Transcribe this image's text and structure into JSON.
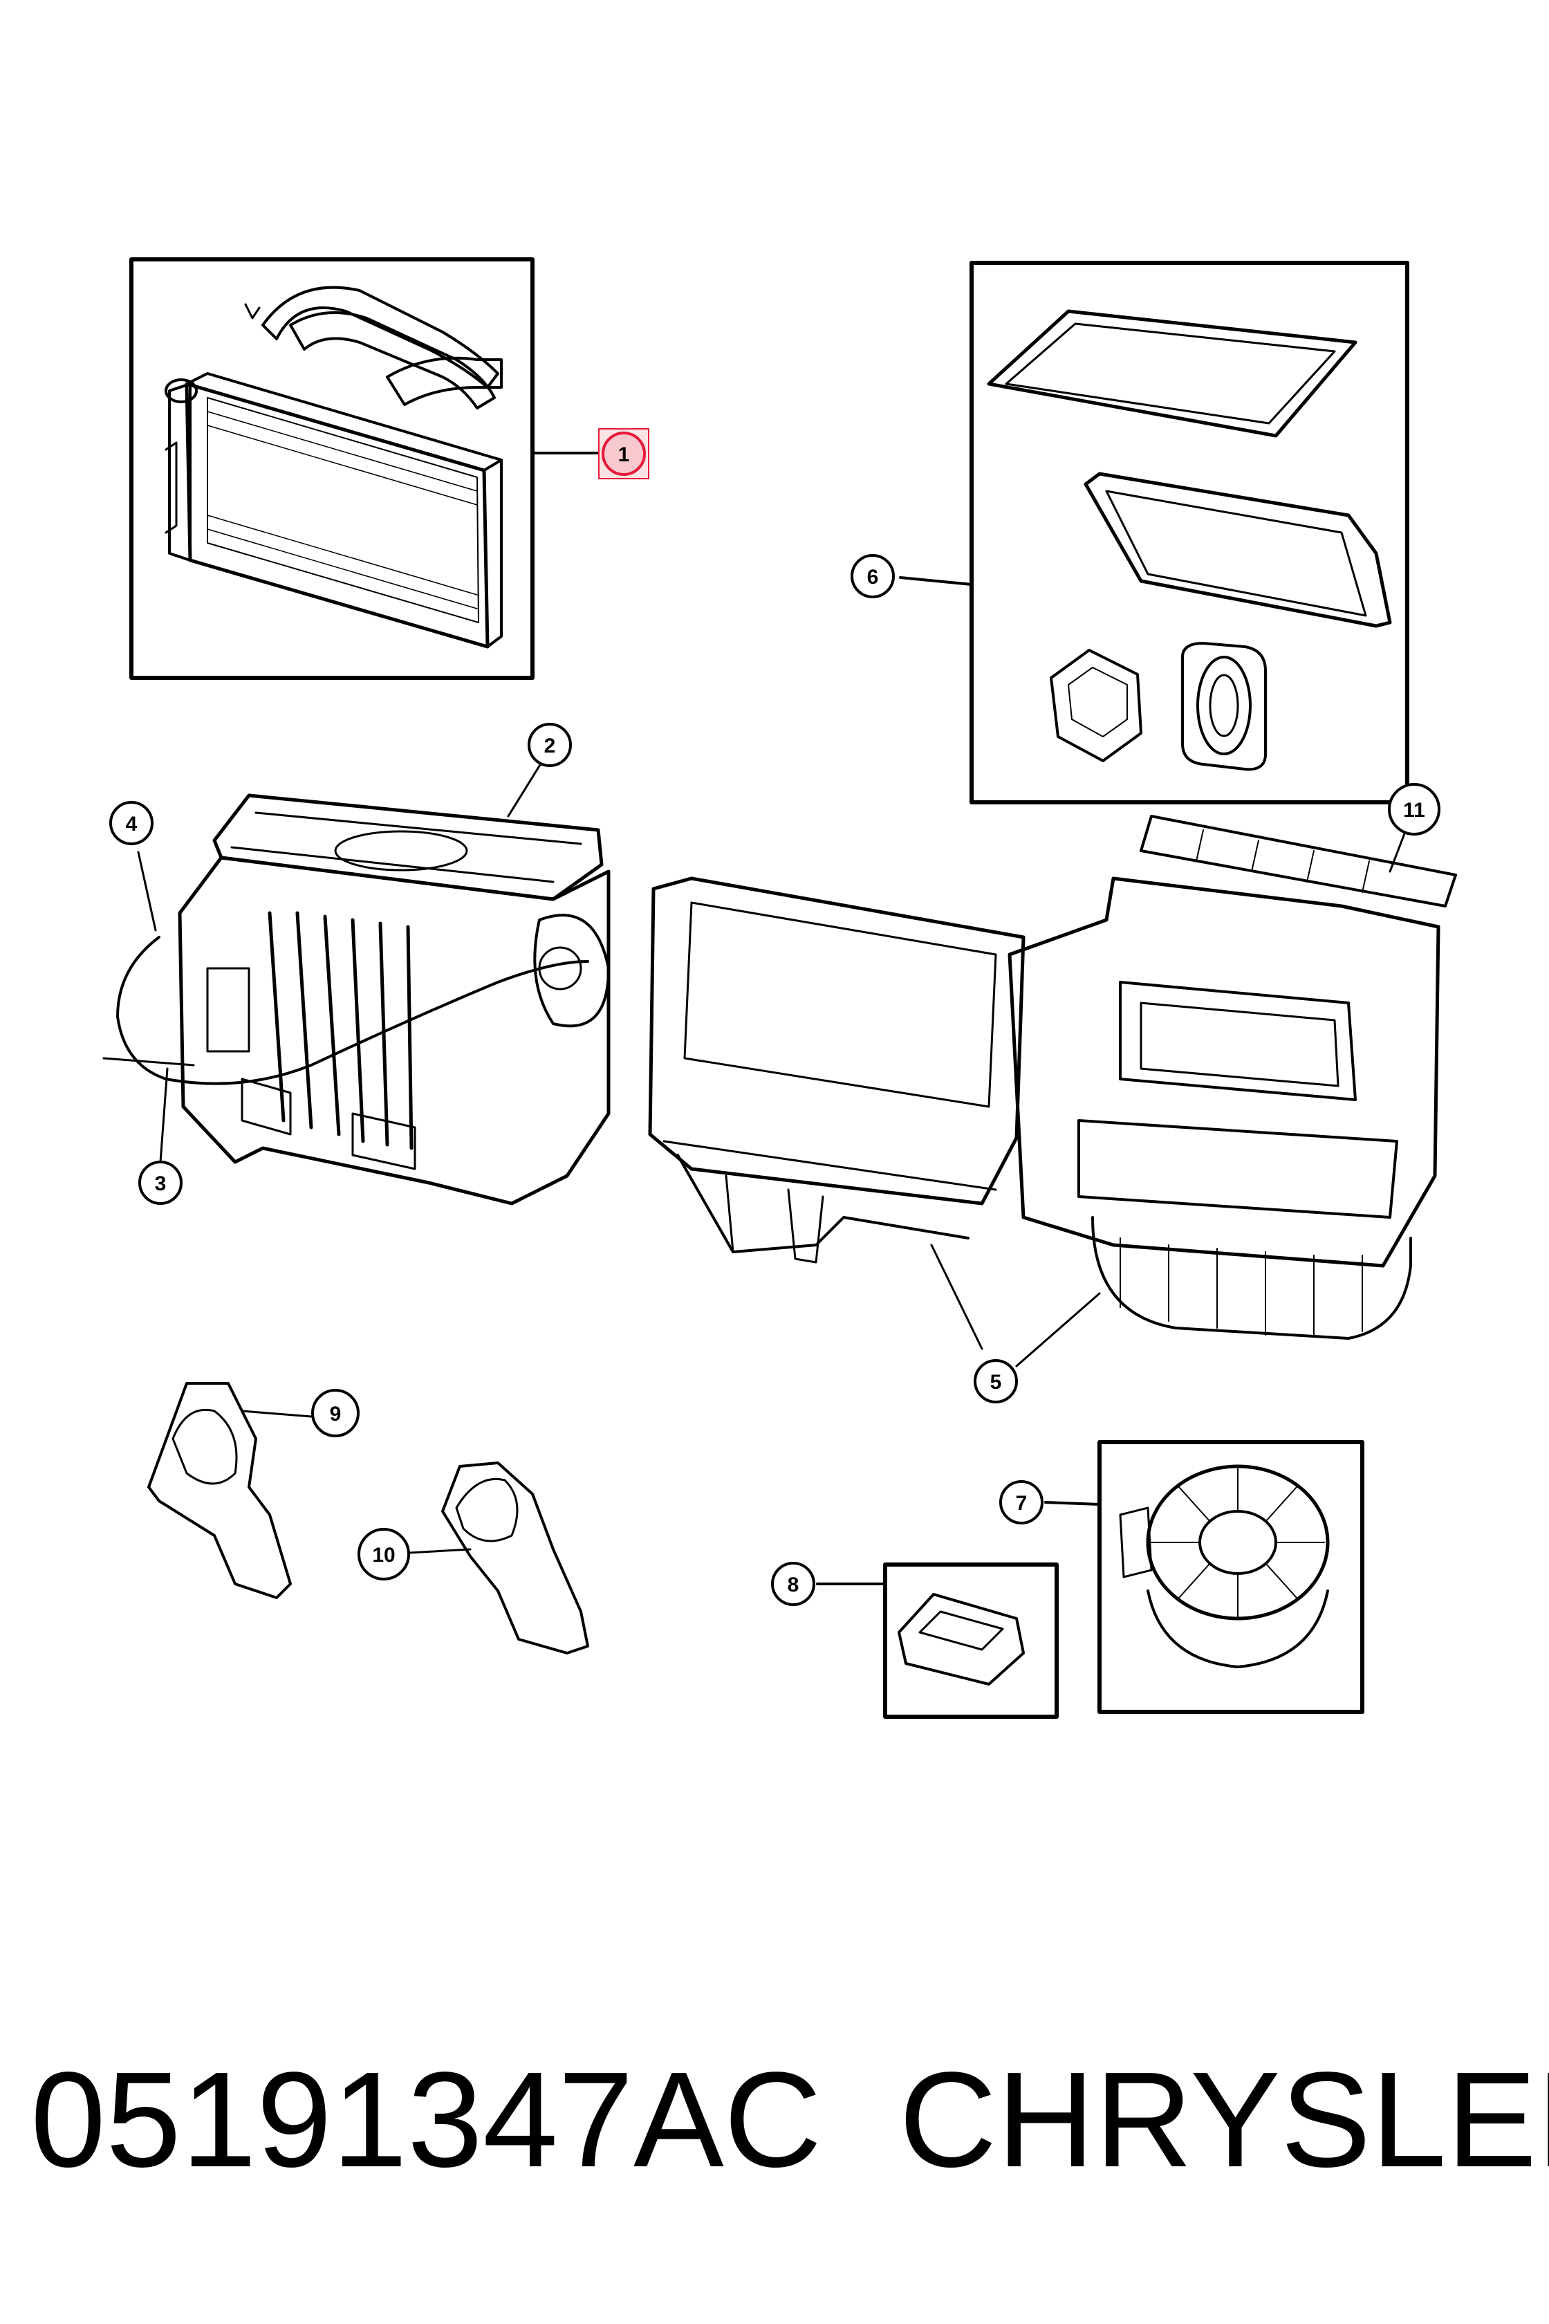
{
  "callouts": {
    "c1": "1",
    "c2": "2",
    "c3": "3",
    "c4": "4",
    "c5": "5",
    "c6": "6",
    "c7": "7",
    "c8": "8",
    "c9": "9",
    "c10": "10",
    "c11": "11"
  },
  "highlight_color": "#e8193b",
  "footer": {
    "part_number": "05191347AC",
    "brand": "CHRYSLER"
  }
}
